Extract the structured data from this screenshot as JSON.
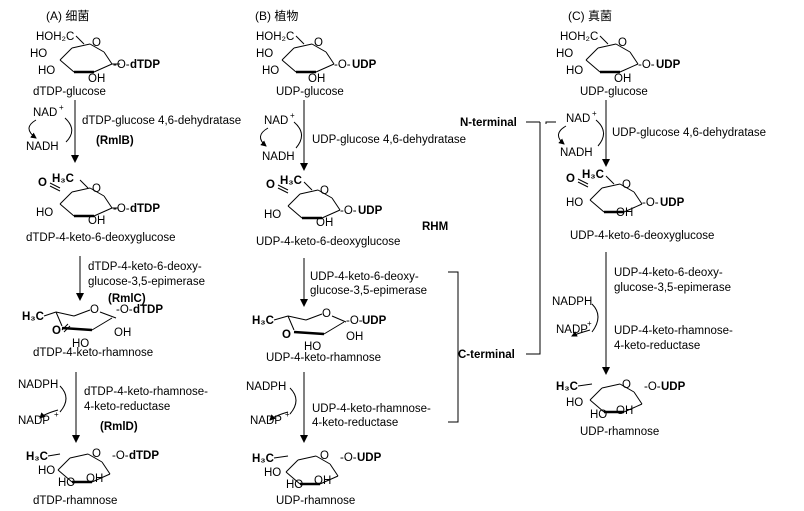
{
  "panels": [
    {
      "header": "(A) 细菌",
      "compounds": [
        "dTDP-glucose",
        "dTDP-4-keto-6-deoxyglucose",
        "dTDP-4-keto-rhamnose",
        "dTDP-rhamnose"
      ],
      "nucleotide": "dTDP",
      "steps": [
        {
          "cofactor_in": "NAD",
          "cofactor_out": "NADH",
          "enzyme": [
            "dTDP-glucose 4,6-dehydratase"
          ],
          "gene": "(RmlB)"
        },
        {
          "enzyme": [
            "dTDP-4-keto-6-deoxy-",
            "glucose-3,5-epimerase"
          ],
          "gene": "(RmlC)"
        },
        {
          "cofactor_in": "NADPH",
          "cofactor_out": "NADP",
          "enzyme": [
            "dTDP-4-keto-rhamnose-",
            "4-keto-reductase"
          ],
          "gene": "(RmlD)"
        }
      ]
    },
    {
      "header": "(B) 植物",
      "compounds": [
        "UDP-glucose",
        "UDP-4-keto-6-deoxyglucose",
        "UDP-4-keto-rhamnose",
        "UDP-rhamnose"
      ],
      "nucleotide": "UDP",
      "steps": [
        {
          "cofactor_in": "NAD",
          "cofactor_out": "NADH",
          "enzyme": [
            "UDP-glucose 4,6-dehydratase"
          ]
        },
        {
          "enzyme": [
            "UDP-4-keto-6-deoxy-",
            "glucose-3,5-epimerase"
          ]
        },
        {
          "cofactor_in": "NADPH",
          "cofactor_out": "NADP",
          "enzyme": [
            "UDP-4-keto-rhamnose-",
            "4-keto-reductase"
          ]
        }
      ],
      "domains": {
        "n_terminal": "N-terminal",
        "c_terminal": "C-terminal",
        "protein": "RHM"
      }
    },
    {
      "header": "(C) 真菌",
      "compounds": [
        "UDP-glucose",
        "UDP-4-keto-6-deoxyglucose",
        "UDP-rhamnose"
      ],
      "nucleotide": "UDP",
      "steps": [
        {
          "cofactor_in": "NAD",
          "cofactor_out": "NADH",
          "enzyme": [
            "UDP-glucose 4,6-dehydratase"
          ]
        },
        {
          "cofactor_in": "NADPH",
          "cofactor_out": "NADP",
          "enzyme": [
            "UDP-4-keto-6-deoxy-",
            "glucose-3,5-epimerase",
            "UDP-4-keto-rhamnose-",
            "4-keto-reductase"
          ]
        }
      ]
    }
  ],
  "atoms": {
    "hoh2c": "HOH₂C",
    "ho": "HO",
    "oh": "OH",
    "o": "O",
    "h3c": "H₃C",
    "plus": "+"
  }
}
